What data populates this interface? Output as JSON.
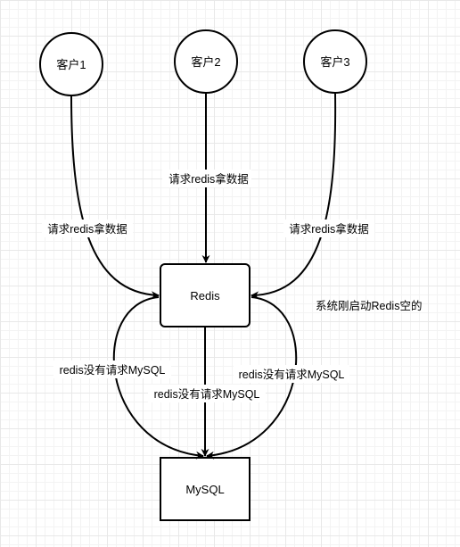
{
  "nodes": {
    "client1": "客户1",
    "client2": "客户2",
    "client3": "客户3",
    "redis": "Redis",
    "mysql": "MySQL"
  },
  "labels": {
    "client1_to_redis": "请求redis拿数据",
    "client2_to_redis": "请求redis拿数据",
    "client3_to_redis": "请求redis拿数据",
    "redis_startup_note": "系统刚启动Redis空的",
    "left_to_mysql": "redis没有请求MySQL",
    "middle_to_mysql": "redis没有请求MySQL",
    "right_to_mysql": "redis没有请求MySQL"
  }
}
